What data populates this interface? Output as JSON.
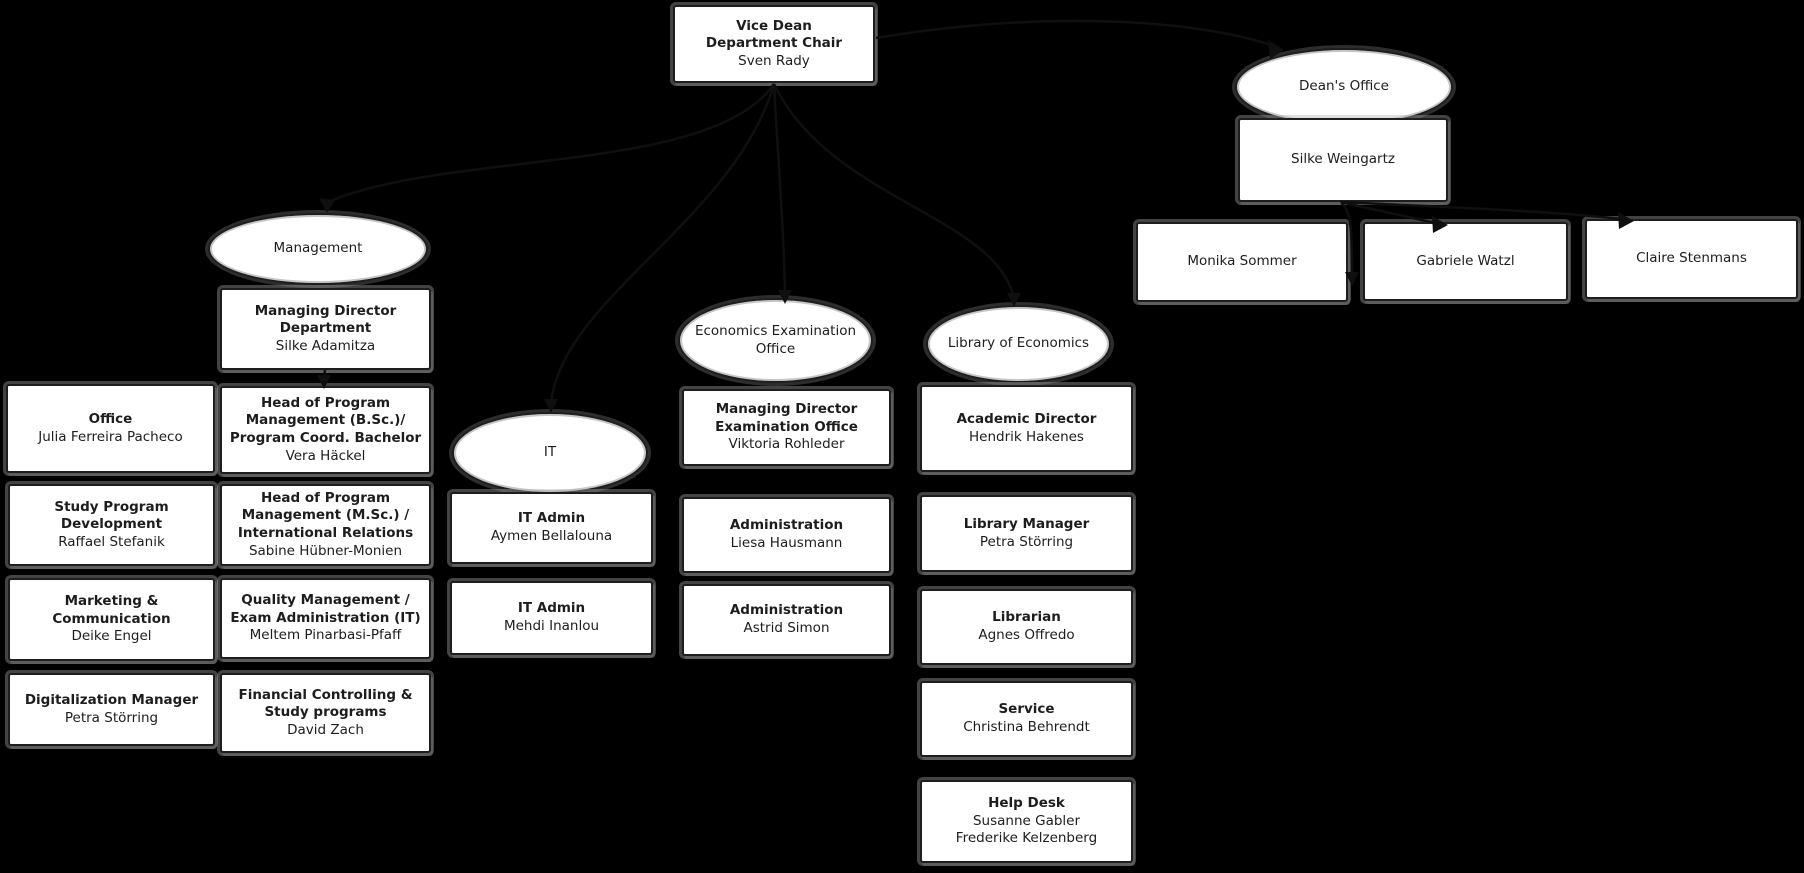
{
  "diagram": {
    "type": "org-chart",
    "style": "hand-drawn whiteboard",
    "colors": {
      "background": "#000000",
      "node_fill": "#ffffff",
      "node_stroke": "#1e1e1e",
      "text": "#1d1d1d"
    },
    "nodes": {
      "vice_dean": {
        "title": "Vice Dean\nDepartment Chair",
        "name": "Sven Rady"
      },
      "management_group": {
        "label": "Management"
      },
      "managing_director": {
        "title": "Managing Director\nDepartment",
        "name": "Silke Adamitza"
      },
      "office": {
        "title": "Office",
        "name": "Julia Ferreira Pacheco"
      },
      "study_program_development": {
        "title": "Study Program\nDevelopment",
        "name": "Raffael Stefanik"
      },
      "marketing_communication": {
        "title": "Marketing &\nCommunication",
        "name": "Deike Engel"
      },
      "digitalization_manager": {
        "title": "Digitalization Manager",
        "name": "Petra Störring"
      },
      "head_program_bsc": {
        "title": "Head of Program\nManagement (B.Sc.)/\nProgram Coord. Bachelor",
        "name": "Vera Häckel"
      },
      "head_program_msc": {
        "title": "Head of Program\nManagement (M.Sc.) /\nInternational Relations",
        "name": "Sabine Hübner-Monien"
      },
      "quality_management": {
        "title": "Quality Management /\nExam Administration (IT)",
        "name": "Meltem Pinarbasi-Pfaff"
      },
      "financial_controlling": {
        "title": "Financial Controlling &\nStudy programs",
        "name": "David Zach"
      },
      "it_group": {
        "label": "IT"
      },
      "it_admin_1": {
        "title": "IT Admin",
        "name": "Aymen Bellalouna"
      },
      "it_admin_2": {
        "title": "IT Admin",
        "name": "Mehdi Inanlou"
      },
      "exam_office_group": {
        "label": "Economics Examination\nOffice"
      },
      "exam_office_director": {
        "title": "Managing Director\nExamination Office",
        "name": "Viktoria Rohleder"
      },
      "exam_admin_1": {
        "title": "Administration",
        "name": "Liesa Hausmann"
      },
      "exam_admin_2": {
        "title": "Administration",
        "name": "Astrid Simon"
      },
      "library_group": {
        "label": "Library of Economics"
      },
      "library_director": {
        "title": "Academic Director",
        "name": "Hendrik Hakenes"
      },
      "library_manager": {
        "title": "Library Manager",
        "name": "Petra Störring"
      },
      "librarian": {
        "title": "Librarian",
        "name": "Agnes Offredo"
      },
      "library_service": {
        "title": "Service",
        "name": "Christina Behrendt"
      },
      "help_desk": {
        "title": "Help Desk",
        "name": "Susanne Gabler\nFrederike Kelzenberg"
      },
      "deans_office_group": {
        "label": "Dean's Office"
      },
      "deans_office_head": {
        "name": "Silke Weingartz"
      },
      "deans_office_staff_1": {
        "name": "Monika Sommer"
      },
      "deans_office_staff_2": {
        "name": "Gabriele Watzl"
      },
      "deans_office_staff_3": {
        "name": "Claire Stenmans"
      }
    }
  }
}
